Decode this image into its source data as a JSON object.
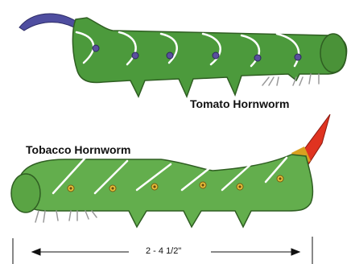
{
  "labels": {
    "tomato": "Tomato Hornworm",
    "tobacco": "Tobacco Hornworm",
    "length": "2 - 4 1/2\""
  },
  "colors": {
    "body_green": "#4c9a3c",
    "body_outline": "#2f5e22",
    "tobacco_body": "#63ae4d",
    "spiracle_tomato": "#5a4f9e",
    "spiracle_tobacco": "#e8c23a",
    "horn_tomato": "#4f4ea0",
    "horn_tobacco": "#e03320",
    "stripe": "#ffffff",
    "legs": "#9a9a9a"
  }
}
